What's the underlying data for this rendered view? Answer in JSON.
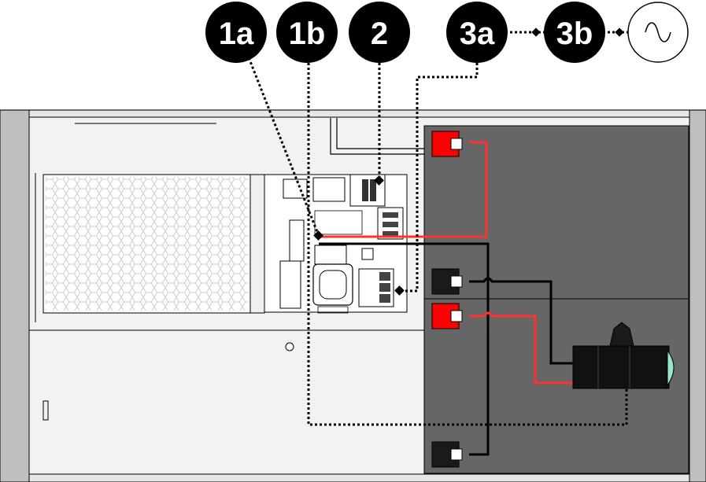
{
  "callouts": {
    "c1a": "1a",
    "c1b": "1b",
    "c2": "2",
    "c3a": "3a",
    "c3b": "3b"
  },
  "icons": {
    "ac_source": "ac-sine-wave-icon"
  },
  "colors": {
    "battery": "#666666",
    "positive_terminal": "#ff0000",
    "negative_terminal": "#1a1a1a",
    "positive_wire": "#ff3333",
    "negative_wire": "#000000",
    "fuse": "#99e6cc",
    "enclosure": "#f2f2f2"
  }
}
